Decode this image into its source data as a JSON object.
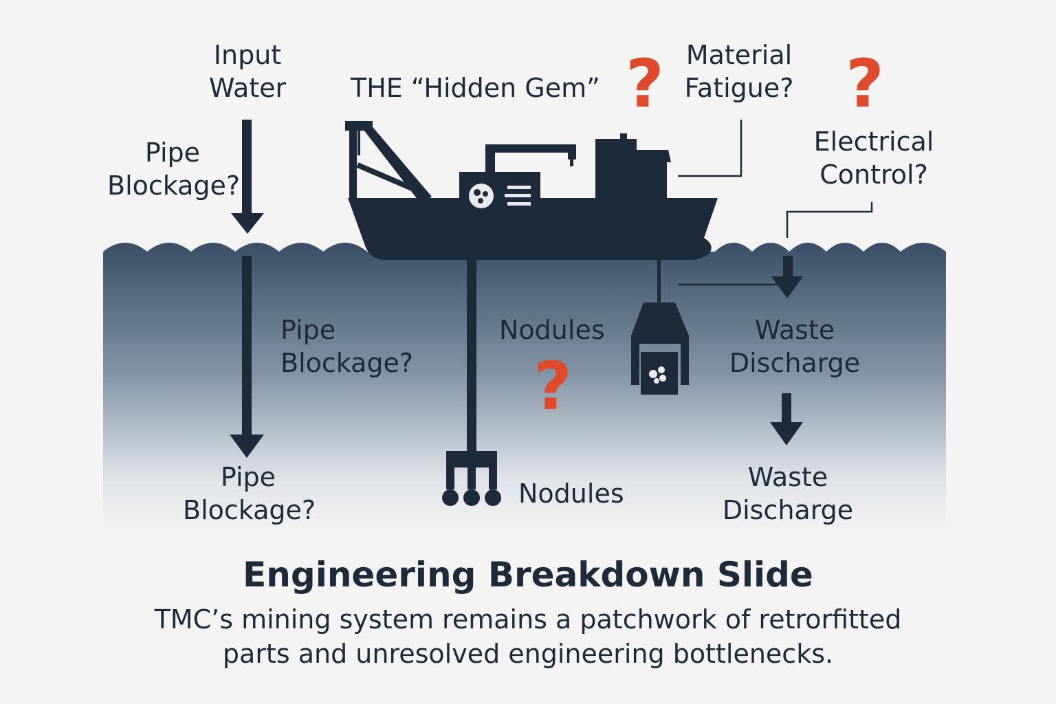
{
  "labels": {
    "input_water": [
      "Input",
      "Water"
    ],
    "hidden_gem": "THE “Hidden Gem”",
    "material_fatigue": [
      "Material",
      "Fatigue?"
    ],
    "electrical_control": [
      "Electrical",
      "Control?"
    ],
    "pipe_blockage_top": [
      "Pipe",
      "Blockage?"
    ],
    "pipe_blockage_mid": [
      "Pipe",
      "Blockage?"
    ],
    "pipe_blockage_bottom": [
      "Pipe",
      "Blockage?"
    ],
    "nodules_mid": "Nodules",
    "nodules_bottom": "Nodules",
    "waste_discharge_mid": [
      "Waste",
      "Discharge"
    ],
    "waste_discharge_bottom": [
      "Waste",
      "Discharge"
    ]
  },
  "question_mark": "?",
  "title": "Engineering Breakdown Slide",
  "subtitle": [
    "TMC’s mining system remains a patchwork of retrorfitted",
    "parts and unresolved engineering bottlenecks."
  ],
  "colors": {
    "navy": "#1c2a3a",
    "accent": "#df4a2c",
    "background": "#f4f4f4",
    "water_top": "#3a4f66"
  }
}
